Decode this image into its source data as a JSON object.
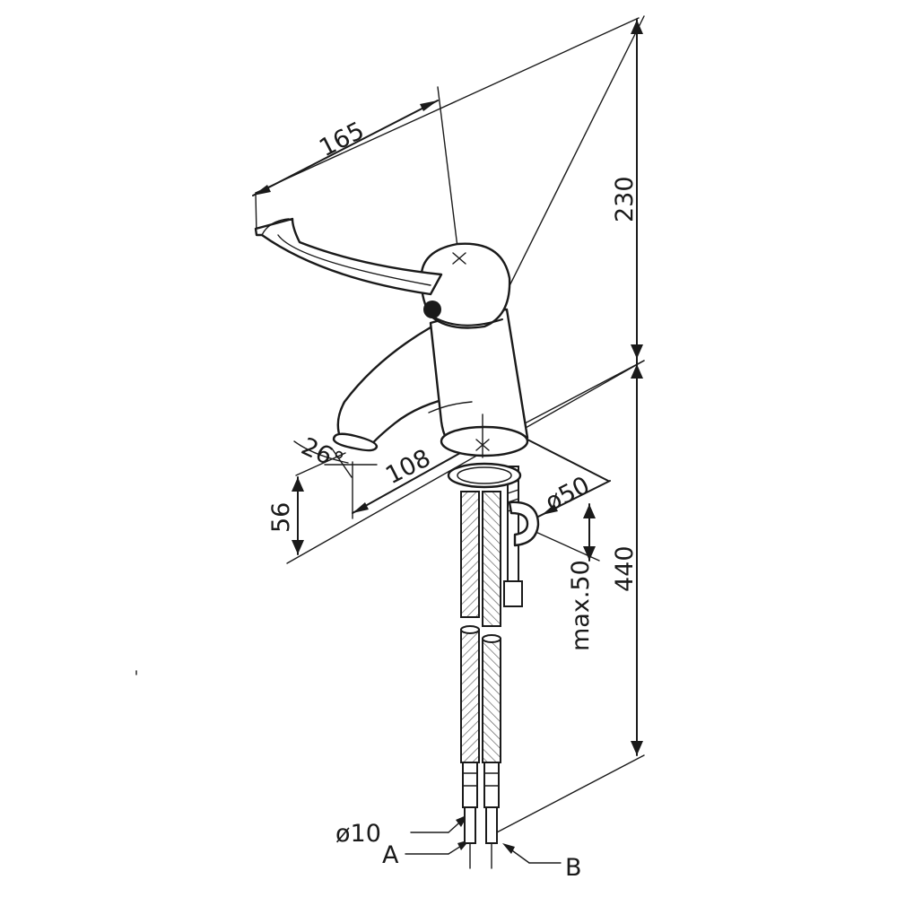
{
  "diagram": {
    "dimensions": {
      "handle_length": "165",
      "top_height": "230",
      "total_height": "440",
      "spout_height": "56",
      "spout_reach": "108",
      "spout_angle": "26°",
      "base_diameter": "ø50",
      "max_thickness": "max.50",
      "hose_diameter": "ø10"
    },
    "connections": {
      "a": "A",
      "b": "B"
    }
  }
}
